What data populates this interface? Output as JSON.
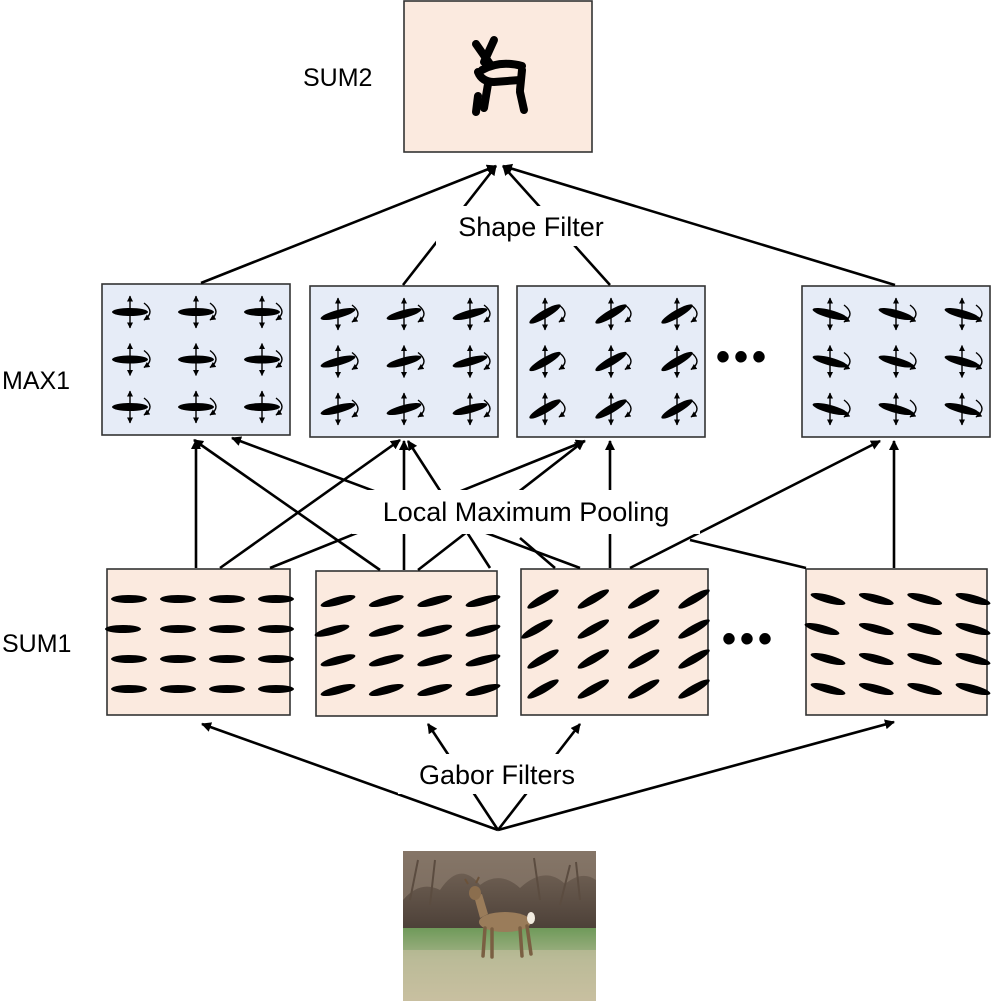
{
  "labels": {
    "sum2": "SUM2",
    "max1": "MAX1",
    "sum1": "SUM1",
    "shape_filter": "Shape Filter",
    "local_max_pooling": "Local Maximum Pooling",
    "gabor_filters": "Gabor Filters",
    "ellipsis": "•••"
  },
  "filter_orientations_deg": [
    0,
    -15,
    -30,
    15
  ],
  "colors": {
    "sum_box": "#fbeadf",
    "max_box": "#e6ecf7",
    "ink": "#000000"
  },
  "icons": {
    "sum2_content": "deer-shape-sketch",
    "input_image": "deer-photo"
  }
}
